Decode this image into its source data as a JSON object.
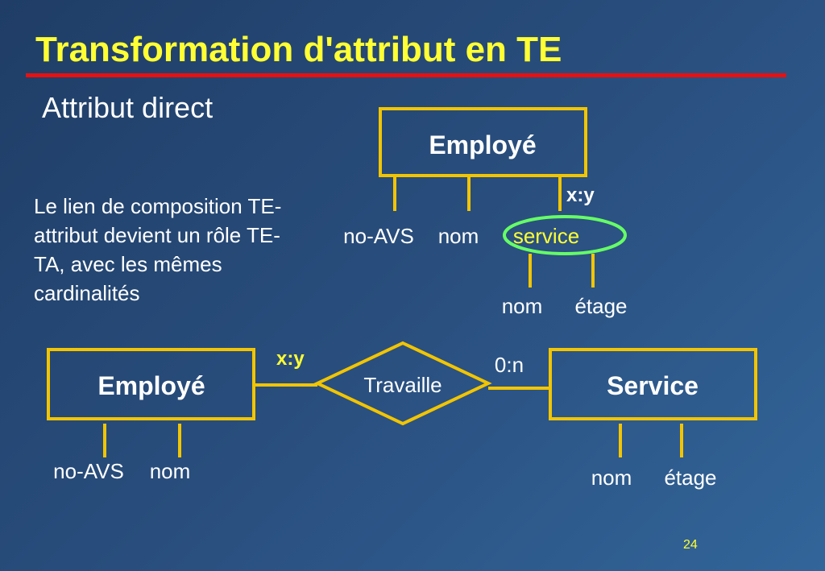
{
  "title": "Transformation d'attribut en TE",
  "subtitle": "Attribut direct",
  "description": "Le lien de composition TE-attribut devient un rôle TE-TA, avec les mêmes cardinalités",
  "page_number": "24",
  "colors": {
    "title": "#ffff33",
    "title_rule": "#e81010",
    "box_border": "#f2c500",
    "highlight_ellipse": "#66ff66",
    "service_text": "#ffff33"
  },
  "top_diagram": {
    "entity": "Employé",
    "cardinality": "x:y",
    "attributes": [
      "no-AVS",
      "nom",
      "service"
    ],
    "sub_attributes": [
      "nom",
      "étage"
    ]
  },
  "bottom_diagram": {
    "left_entity": "Employé",
    "relationship": "Travaille",
    "right_entity": "Service",
    "left_cardinality": "x:y",
    "right_cardinality": "0:n",
    "left_attributes": [
      "no-AVS",
      "nom"
    ],
    "right_attributes": [
      "nom",
      "étage"
    ]
  }
}
